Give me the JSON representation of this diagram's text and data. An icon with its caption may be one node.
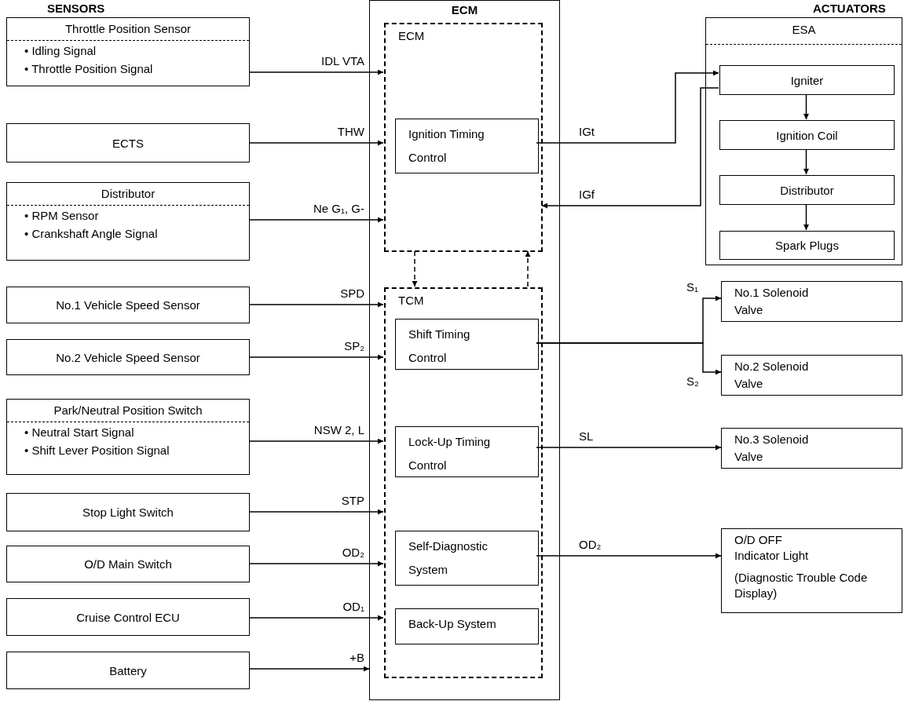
{
  "diagram": {
    "nodes": [
      {
        "text": [
          "Throttle Position Sensor",
          "• Idling Signal",
          "• Throttle Position Signal"
        ]
      },
      {
        "text": [
          "ECTS"
        ]
      },
      {
        "text": [
          "Distributor",
          "• RPM Sensor",
          "• Crankshaft Angle Signal"
        ]
      },
      {
        "text": [
          "No.1 Vehicle Speed Sensor"
        ]
      },
      {
        "text": [
          "No.2 Vehicle Speed Sensor"
        ]
      },
      {
        "text": [
          "Park/Neutral Position Switch",
          "• Neutral Start Signal",
          "• Shift Lever Position Signal"
        ]
      },
      {
        "text": [
          "Stop Light Switch"
        ]
      },
      {
        "text": [
          "O/D Main Switch"
        ]
      },
      {
        "text": [
          "Cruise Control ECU"
        ]
      },
      {
        "text": [
          "Battery"
        ]
      },
      {
        "text": [
          "ECM"
        ]
      },
      {
        "text": [
          "ECM"
        ],
        "in": 10
      },
      {
        "text": [
          "Ignition Timing Control"
        ],
        "in": 11
      },
      {
        "text": [
          "TCM"
        ],
        "in": 10
      },
      {
        "text": [
          "Shift Timing Control"
        ],
        "in": 13
      },
      {
        "text": [
          "Lock-Up Timing Control"
        ],
        "in": 13
      },
      {
        "text": [
          "Self-Diagnostic System"
        ],
        "in": 13
      },
      {
        "text": [
          "Back-Up System"
        ],
        "in": 13
      },
      {
        "text": [
          "ESA"
        ]
      },
      {
        "text": [
          "Igniter"
        ],
        "in": 18
      },
      {
        "text": [
          "Ignition Coil"
        ],
        "in": 18
      },
      {
        "text": [
          "Distributor"
        ],
        "in": 18
      },
      {
        "text": [
          "Spark Plugs"
        ],
        "in": 18
      },
      {
        "text": [
          "No.1 Solenoid Valve"
        ]
      },
      {
        "text": [
          "No.2 Solenoid Valve"
        ]
      },
      {
        "text": [
          "No.3 Solenoid Valve"
        ]
      },
      {
        "text": [
          "O/D OFF Indicator Light",
          "(Diagnostic Trouble Code Display)"
        ]
      }
    ],
    "edges": [
      {
        "from": 0,
        "to": 11,
        "arrow": "to",
        "label": "IDL VTA"
      },
      {
        "from": 1,
        "to": 11,
        "arrow": "to",
        "label": "THW"
      },
      {
        "from": 2,
        "to": 11,
        "arrow": "to",
        "label": "Ne G₁, G-"
      },
      {
        "from": 3,
        "to": 13,
        "arrow": "to",
        "label": "SPD"
      },
      {
        "from": 4,
        "to": 13,
        "arrow": "to",
        "label": "SP₂"
      },
      {
        "from": 5,
        "to": 13,
        "arrow": "to",
        "label": "NSW 2, L"
      },
      {
        "from": 6,
        "to": 13,
        "arrow": "to",
        "label": "STP"
      },
      {
        "from": 7,
        "to": 13,
        "arrow": "to",
        "label": "OD₂"
      },
      {
        "from": 8,
        "to": 13,
        "arrow": "to",
        "label": "OD₁"
      },
      {
        "from": 9,
        "to": 10,
        "arrow": "to",
        "label": "+B"
      },
      {
        "from": 11,
        "to": 13,
        "arrow": "to",
        "style": "dashed"
      },
      {
        "from": 13,
        "to": 11,
        "arrow": "to",
        "style": "dashed"
      },
      {
        "from": 12,
        "to": 19,
        "arrow": "to",
        "label": "IGt"
      },
      {
        "from": 19,
        "to": 11,
        "arrow": "to",
        "label": "IGf"
      },
      {
        "from": 19,
        "to": 20,
        "arrow": "to"
      },
      {
        "from": 20,
        "to": 21,
        "arrow": "to"
      },
      {
        "from": 21,
        "to": 22,
        "arrow": "to"
      },
      {
        "from": 14,
        "to": 23,
        "arrow": "to",
        "label": "S₁"
      },
      {
        "from": 14,
        "to": 24,
        "arrow": "to",
        "label": "S₂"
      },
      {
        "from": 15,
        "to": 25,
        "arrow": "to",
        "label": "SL"
      },
      {
        "from": 16,
        "to": 26,
        "arrow": "to",
        "label": "OD₂"
      }
    ],
    "labels": [
      "SENSORS",
      "ACTUATORS"
    ]
  }
}
